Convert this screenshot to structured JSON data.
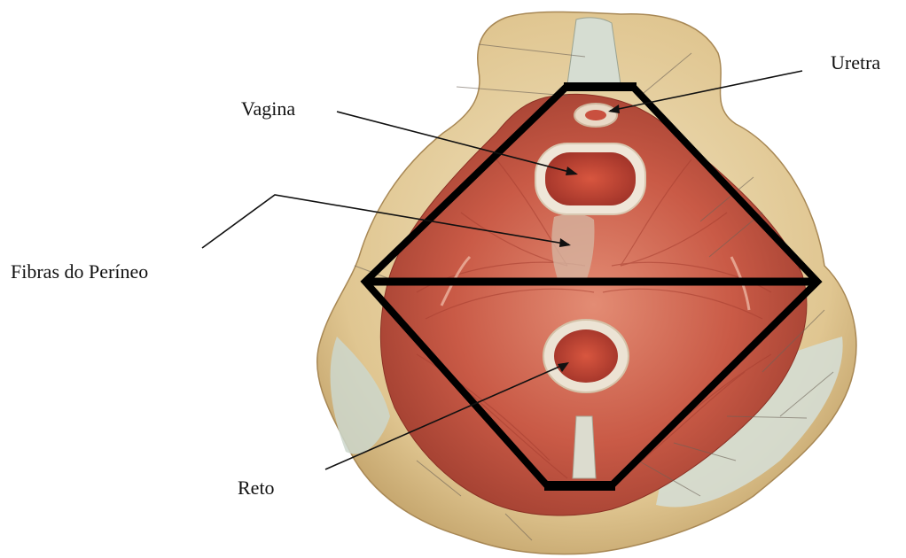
{
  "labels": {
    "uretra": "Uretra",
    "vagina": "Vagina",
    "fibras": "Fibras do Períneo",
    "reto": "Reto"
  },
  "colors": {
    "bone": "#e6d1a3",
    "bone_shadow": "#b99a63",
    "ligament": "#d9e2d8",
    "muscle": "#c85644",
    "muscle_dark": "#9f3a2e",
    "muscle_light": "#e08a73",
    "orifice_rim": "#efe6d8",
    "outline": "#000000"
  }
}
